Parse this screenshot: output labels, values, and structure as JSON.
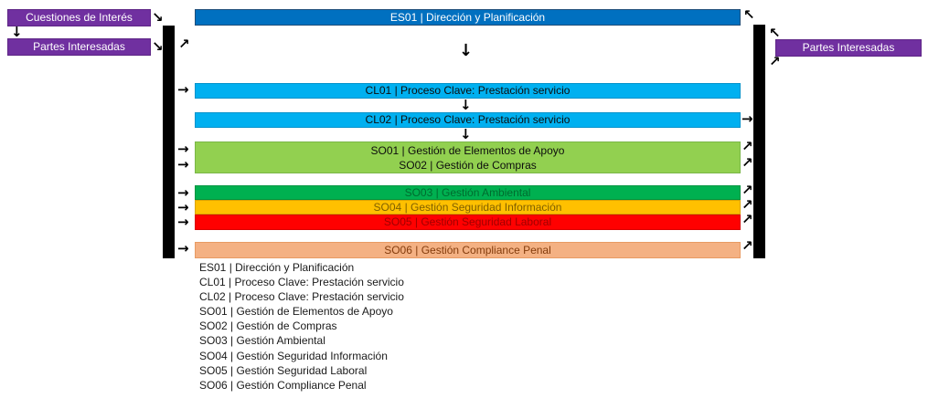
{
  "colors": {
    "es_blue": "#0070C0",
    "cl_light_blue": "#00B0F0",
    "so_light_green": "#92D050",
    "so_green": "#00B050",
    "so_gold": "#FFC000",
    "so_red": "#FF0000",
    "so_salmon": "#F4B183",
    "purple": "#7030A0",
    "flow_bar_black": "#000000"
  },
  "left_panel": {
    "interest_label": "Cuestiones de Interés",
    "stakeholders_label": "Partes Interesadas"
  },
  "right_panel": {
    "stakeholders_label": "Partes Interesadas"
  },
  "bars": {
    "es01": "ES01 | Dirección y Planificación",
    "cl01": "CL01 | Proceso Clave: Prestación servicio",
    "cl02": "CL02 | Proceso Clave: Prestación servicio",
    "so01": "SO01 | Gestión de Elementos de Apoyo",
    "so02": "SO02 | Gestión de Compras",
    "so03": "SO03 | Gestión Ambiental",
    "so04": "SO04 | Gestión Seguridad Información",
    "so05": "SO05 | Gestión Seguridad Laboral",
    "so06": "SO06 | Gestión Compliance Penal"
  },
  "icons": {
    "down_arrow": "↓",
    "right_arrow": "→",
    "up_right_arrow": "↗",
    "down_right_arrow": "↘",
    "up_left_arrow": "↖"
  },
  "legend": [
    "ES01 | Dirección y Planificación",
    "CL01 | Proceso Clave: Prestación servicio",
    "CL02 | Proceso Clave: Prestación servicio",
    "SO01 | Gestión de Elementos de Apoyo",
    "SO02 | Gestión de Compras",
    "SO03 | Gestión Ambiental",
    "SO04 | Gestión Seguridad Información",
    "SO05 | Gestión Seguridad Laboral",
    "SO06 | Gestión Compliance Penal"
  ]
}
